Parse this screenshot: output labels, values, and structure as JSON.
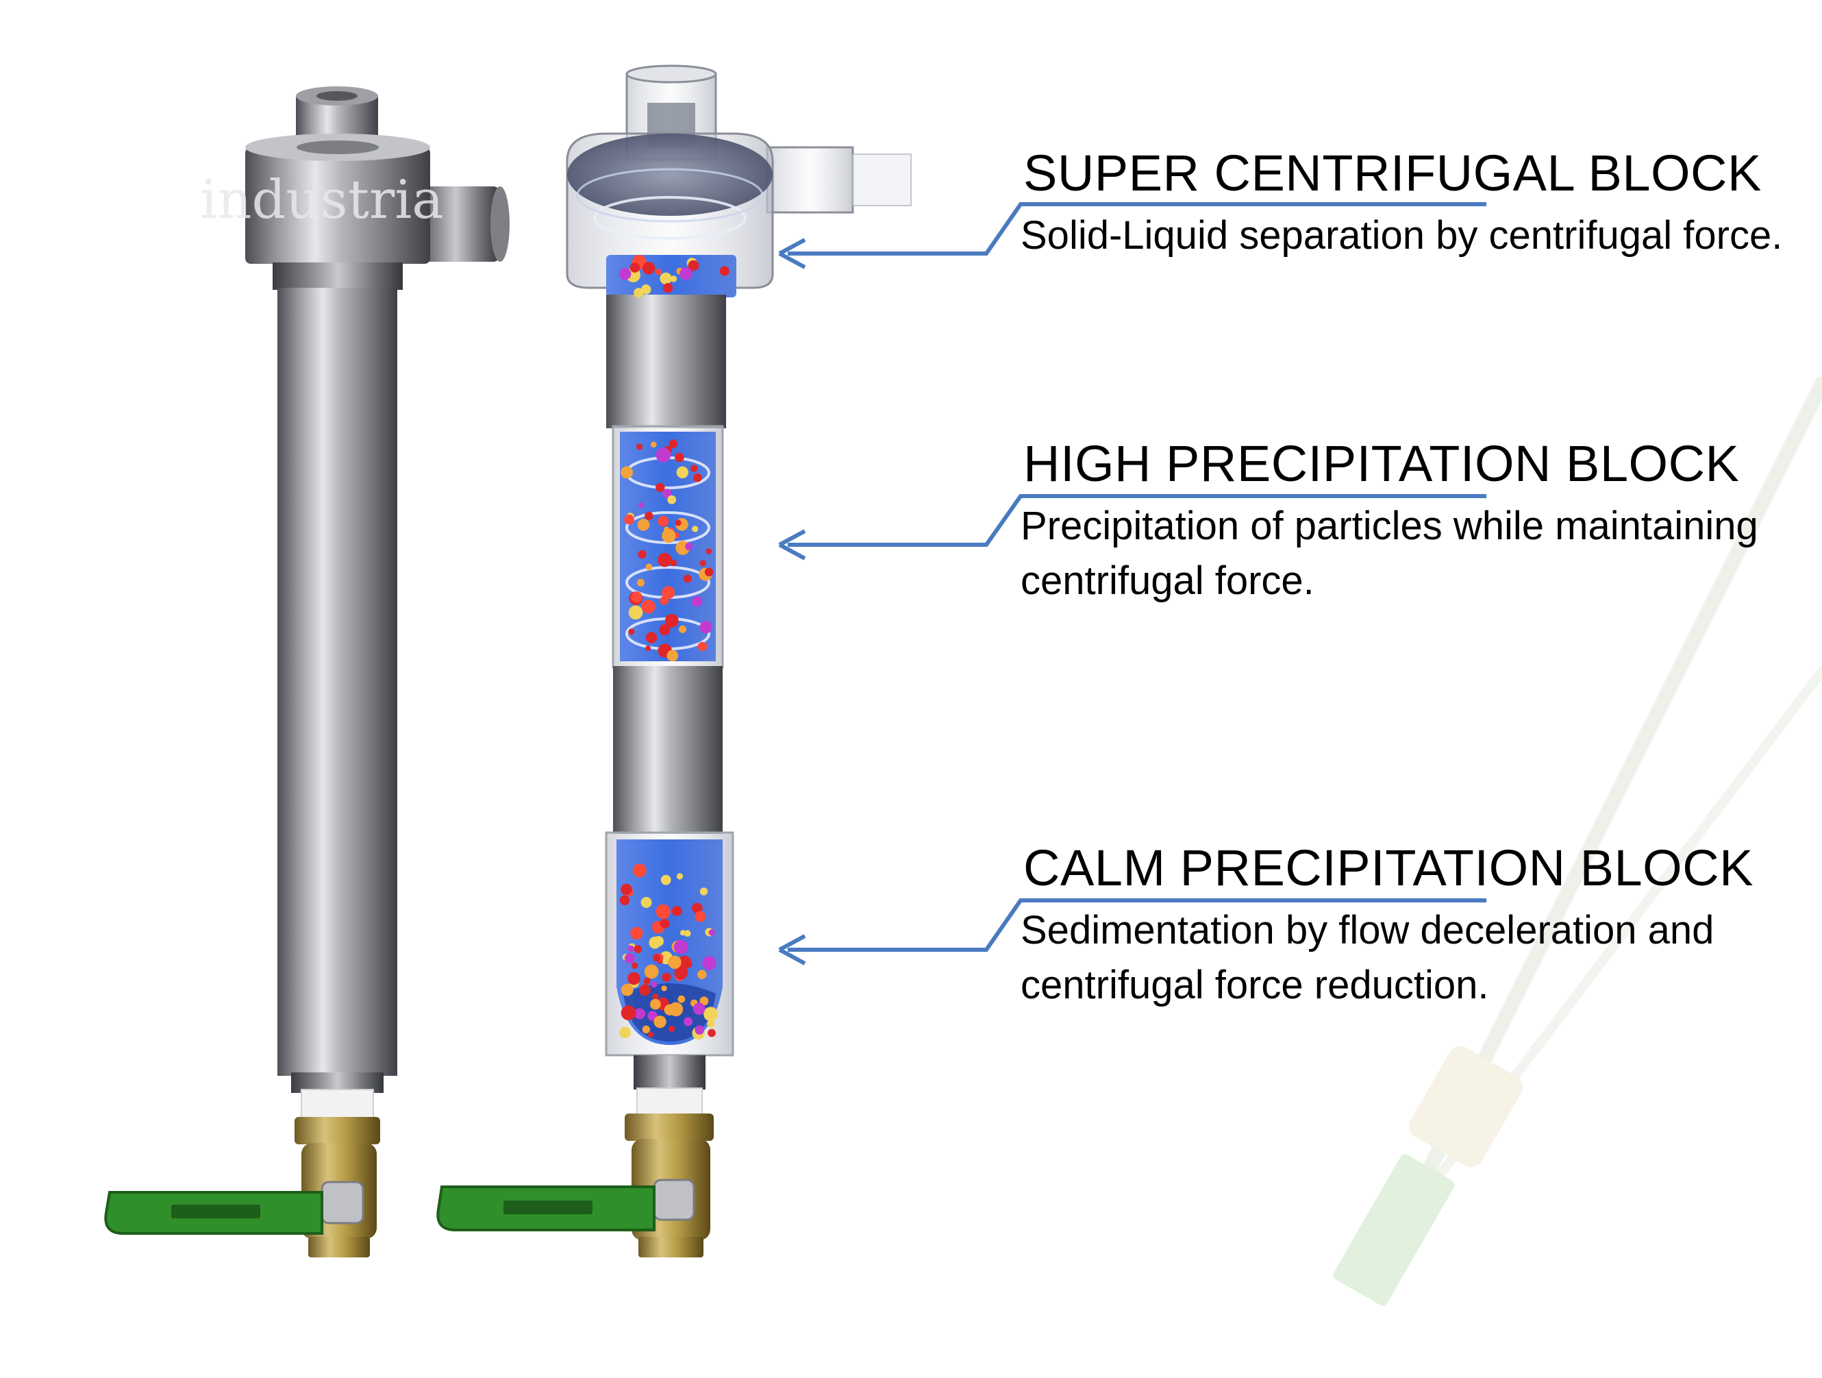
{
  "callouts": [
    {
      "title": "SUPER CENTRIFUGAL BLOCK",
      "description_lines": [
        "Solid-Liquid separation by centrifugal force."
      ]
    },
    {
      "title": "HIGH PRECIPITATION BLOCK",
      "description_lines": [
        "Precipitation of particles while maintaining",
        "centrifugal force."
      ]
    },
    {
      "title": "CALM PRECIPITATION BLOCK",
      "description_lines": [
        "Sedimentation by flow deceleration and",
        "centrifugal force reduction."
      ]
    }
  ],
  "products": {
    "separator_engraving": "industria"
  },
  "colors": {
    "leader_line": "#4a7bc0",
    "fluid": "#3d6fe0",
    "valve_handle": "#2f8f2a",
    "valve_body": "#b89a3a"
  },
  "icons": [
    "arrow-left-icon"
  ]
}
